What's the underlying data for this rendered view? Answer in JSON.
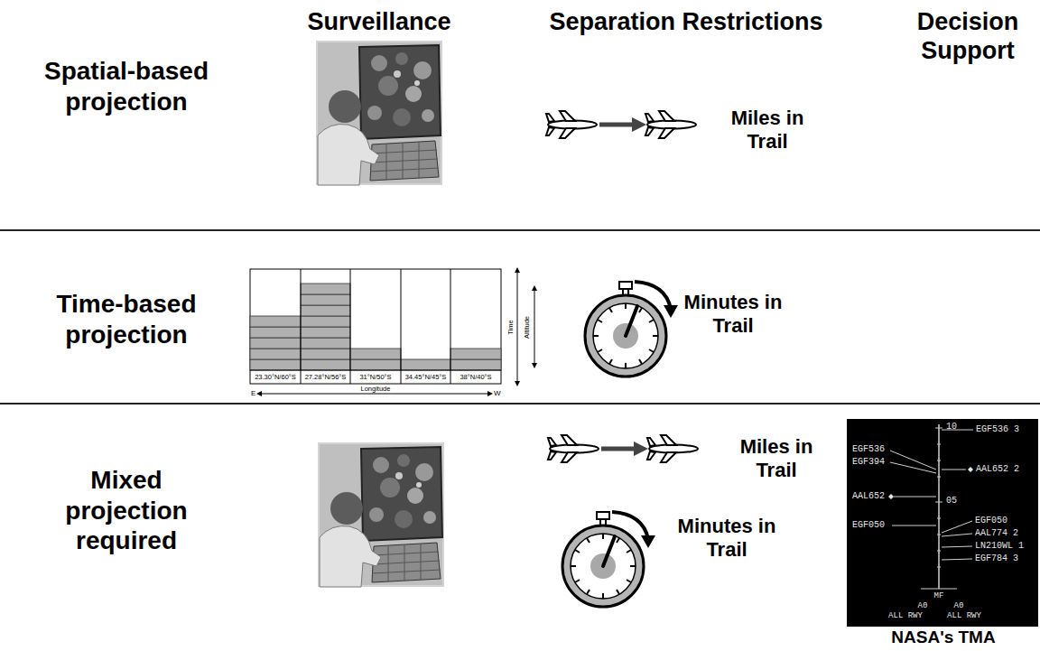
{
  "diagram": {
    "labels": [
      "Surveillance",
      "Separation Restrictions",
      "Decision Support",
      "Spatial-based projection",
      "Miles in Trail",
      "Time-based projection",
      "23.30°N/60°S",
      "27.28°N/56°S",
      "31°N/50°S",
      "34.45°N/45°S",
      "38°N/40°S",
      "Longitude",
      "E",
      "W",
      "Time",
      "Altitude",
      "Minutes in Trail",
      "Mixed projection required",
      "Miles in Trail",
      "Minutes in Trail",
      "10",
      "05",
      "EGF536",
      "EGF394",
      "AAL652",
      "EGF050",
      "EGF536 3",
      "AAL652 2",
      "EGF050",
      "AAL774 2",
      "LN210WL 1",
      "EGF784 3",
      "MF",
      "A0",
      "A0",
      "ALL RWY",
      "ALL RWY",
      "NASA's TMA"
    ]
  }
}
